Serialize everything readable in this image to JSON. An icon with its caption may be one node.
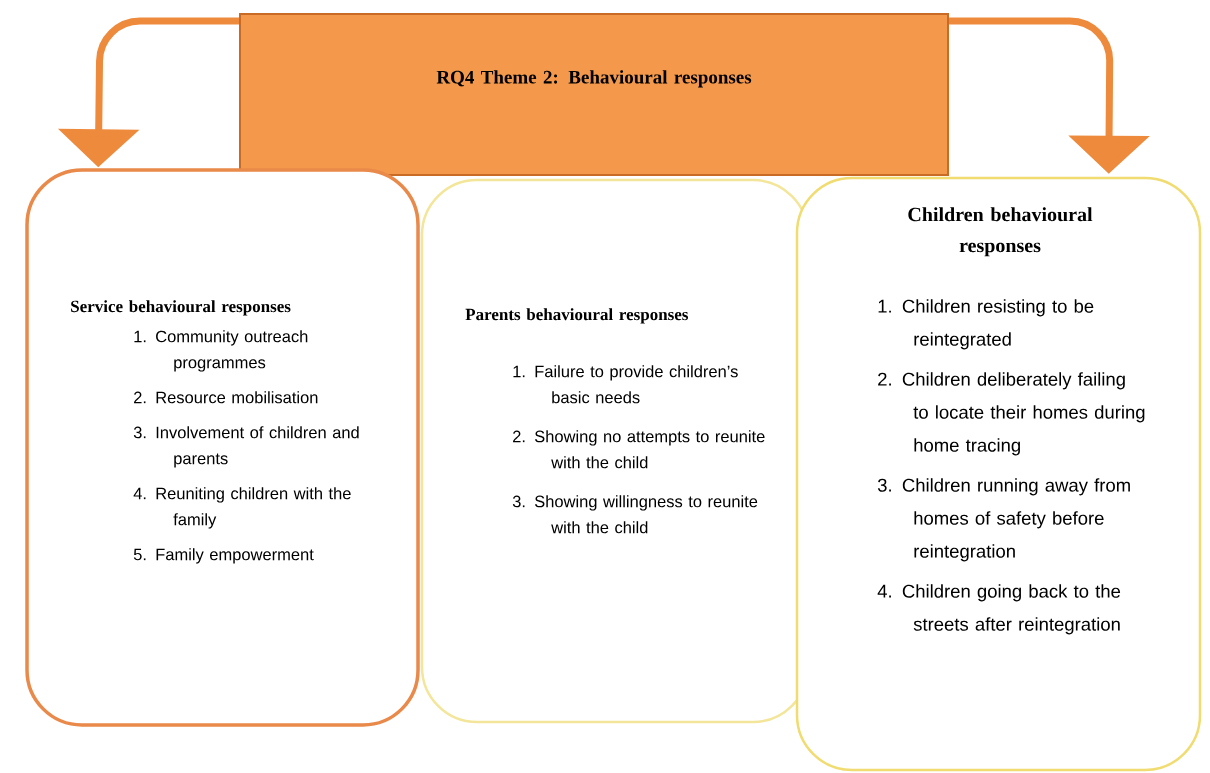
{
  "diagram": {
    "nodes": [
      {
        "text": [
          "RQ4 Theme 2: Behavioural responses"
        ]
      },
      {
        "text": [
          "Service behavioural responses",
          "1. Community outreach programmes",
          "2. Resource mobilisation",
          "3. Involvement of children and parents",
          "4. Reuniting children with the family",
          "5. Family empowerment"
        ]
      },
      {
        "text": [
          "Parents behavioural responses",
          "1. Failure to provide children’s basic needs",
          "2. Showing no attempts to reunite with the child",
          "3. Showing willingness to reunite with the child"
        ]
      },
      {
        "text": [
          "Children behavioural responses",
          "1. Children resisting to be reintegrated",
          "2. Children deliberately failing to locate their homes during home tracing",
          "3. Children running away from homes of safety before reintegration",
          "4. Children going back to the streets after reintegration"
        ]
      }
    ],
    "edges": [
      {
        "from": 0,
        "to": 1,
        "arrow": "to"
      },
      {
        "from": 0,
        "to": 3,
        "arrow": "to"
      }
    ]
  }
}
